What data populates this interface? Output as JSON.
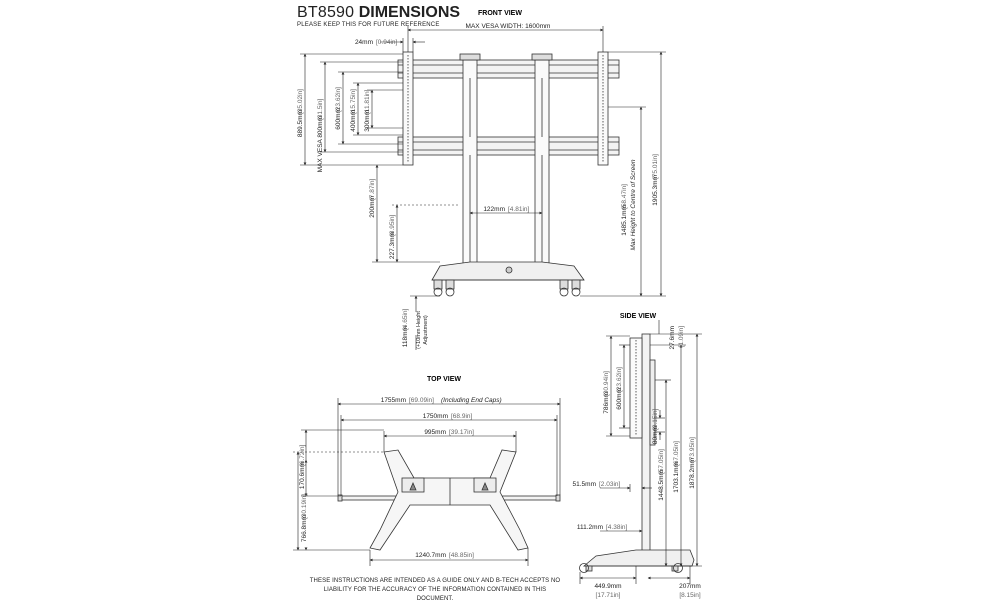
{
  "header": {
    "model": "BT8590",
    "word": "DIMENSIONS",
    "subtitle": "PLEASE KEEP THIS FOR FUTURE REFERENCE"
  },
  "views": {
    "front": "FRONT VIEW",
    "side": "SIDE VIEW",
    "top": "TOP VIEW"
  },
  "front": {
    "vesa_width": "MAX VESA WIDTH: 1600mm",
    "d24_mm": "24mm",
    "d24_in": "[0.94in]",
    "d889_mm": "889.5mm",
    "d889_in": "[35.02in]",
    "vesa800_mm": "MAX VESA 800mm",
    "vesa800_in": "[31.5in]",
    "d600_mm": "600mm",
    "d600_in": "[23.62in]",
    "d400_mm": "400mm",
    "d400_in": "[15.75in]",
    "d300_mm": "300mm",
    "d300_in": "[11.81in]",
    "d200_mm": "200mm",
    "d200_in": "[7.87in]",
    "d227_mm": "227.3mm",
    "d227_in": "[8.95in]",
    "d122_mm": "122mm",
    "d122_in": "[4.81in]",
    "d1485_mm": "1485.1mm",
    "d1485_in": "[58.47in]",
    "max_height": "Max Height to Centre of Screen",
    "d1905_mm": "1905.3mm",
    "d1905_in": "[75.01in]",
    "d118_mm": "118mm",
    "d118_in": "[4.65in]",
    "adj_line1": "(+10mm Height",
    "adj_line2": "Adjustment)"
  },
  "side": {
    "d27_mm": "27.6mm",
    "d27_in": "[1.09in]",
    "d786_mm": "786mm",
    "d786_in": "[30.94in]",
    "d600_mm": "600mm",
    "d600_in": "[23.62in]",
    "d80_mm": "80mm",
    "d80_in": "[3.15in]",
    "d1448_mm": "1448.5mm",
    "d1448_in": "[57.05in]",
    "d1703_mm": "1703.1mm",
    "d1703_in": "[67.05in]",
    "d1878_mm": "1878.2mm",
    "d1878_in": "[73.95in]",
    "d51_mm": "51.5mm",
    "d51_in": "[2.03in]",
    "d111_mm": "111.2mm",
    "d111_in": "[4.38in]",
    "d449_mm": "449.9mm",
    "d449_in": "[17.71in]",
    "d207_mm": "207mm",
    "d207_in": "[8.15in]"
  },
  "top": {
    "d1755_mm": "1755mm",
    "d1755_in": "[69.09in]",
    "d1755_note": "(Including End Caps)",
    "d1750_mm": "1750mm",
    "d1750_in": "[68.9in]",
    "d995_mm": "995mm",
    "d995_in": "[39.17in]",
    "d170_mm": "170.6mm",
    "d170_in": "[6.72in]",
    "d766_mm": "766.8mm",
    "d766_in": "[30.19in]",
    "d1240_mm": "1240.7mm",
    "d1240_in": "[48.85in]"
  },
  "disclaimer": {
    "line1": "THESE INSTRUCTIONS ARE INTENDED AS A GUIDE ONLY AND B-TECH ACCEPTS NO",
    "line2": "LIABILITY FOR THE ACCURACY OF THE INFORMATION CONTAINED IN THIS DOCUMENT."
  }
}
